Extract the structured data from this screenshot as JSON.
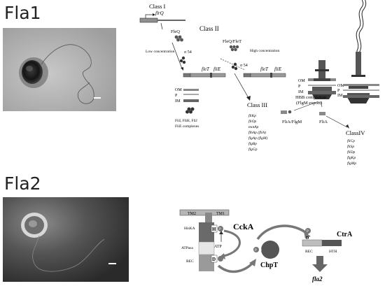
{
  "panels": {
    "fla1": {
      "label": "Fla1",
      "class_i": "Class I",
      "flhq": "flrQ",
      "flhq_protein": "FleQ",
      "class_ii": "Class II",
      "low_conc": "Low concentration",
      "sigma54": "σ 54",
      "flhq_flet": "FleQ/FleT",
      "high_conc": "High concentration",
      "sigma54b": "σ 54",
      "flet": "fleT",
      "flie": "fliE",
      "flet2": "fleT",
      "flie2": "fliE",
      "om": "OM",
      "p": "P",
      "im": "IM",
      "om2": "OM",
      "p2": "P",
      "im2": "IM",
      "om3": "OM",
      "p3": "P",
      "im3": "IM",
      "flif_complex": "FliI, FliH, FliJ",
      "flie_complex": "FliE complexes",
      "class_iii": "Class III",
      "class_iii_genes": [
        "fliKp",
        "fliOp",
        "motAp",
        "flhAp (fliA)",
        "flgAp (flgM)",
        "flgBp",
        "flgGp"
      ],
      "hbb": "HBB completion",
      "flgm_export": "(FlgM export)",
      "flia_flgm": "FliA/FlgM",
      "flia": "FliA",
      "class_iv": "ClassIV",
      "class_iv_genes": [
        "fliCp",
        "fliSp",
        "fliDp",
        "flgKp",
        "flgMp"
      ]
    },
    "fla2": {
      "label": "Fla2",
      "tm2": "TM2",
      "tm1": "TM1",
      "hiska": "HisKA",
      "atpasa": "ATPasa",
      "rec": "REC",
      "h": "H",
      "d": "D",
      "p": "P",
      "atp": "ATP",
      "ccka": "CckA",
      "chpt": "ChpT",
      "ph": "P",
      "h2": "H",
      "ctra": "CtrA",
      "p_ctra": "P",
      "d_ctra": "D",
      "rec_ctra": "REC",
      "hth": "HTH",
      "output": "fla2"
    }
  },
  "colors": {
    "micrograph_bg": "#b8b8b8",
    "dark_gray": "#555555",
    "arrow_gray": "#6a6a6a",
    "domain_gray": "#b5b5b5"
  }
}
